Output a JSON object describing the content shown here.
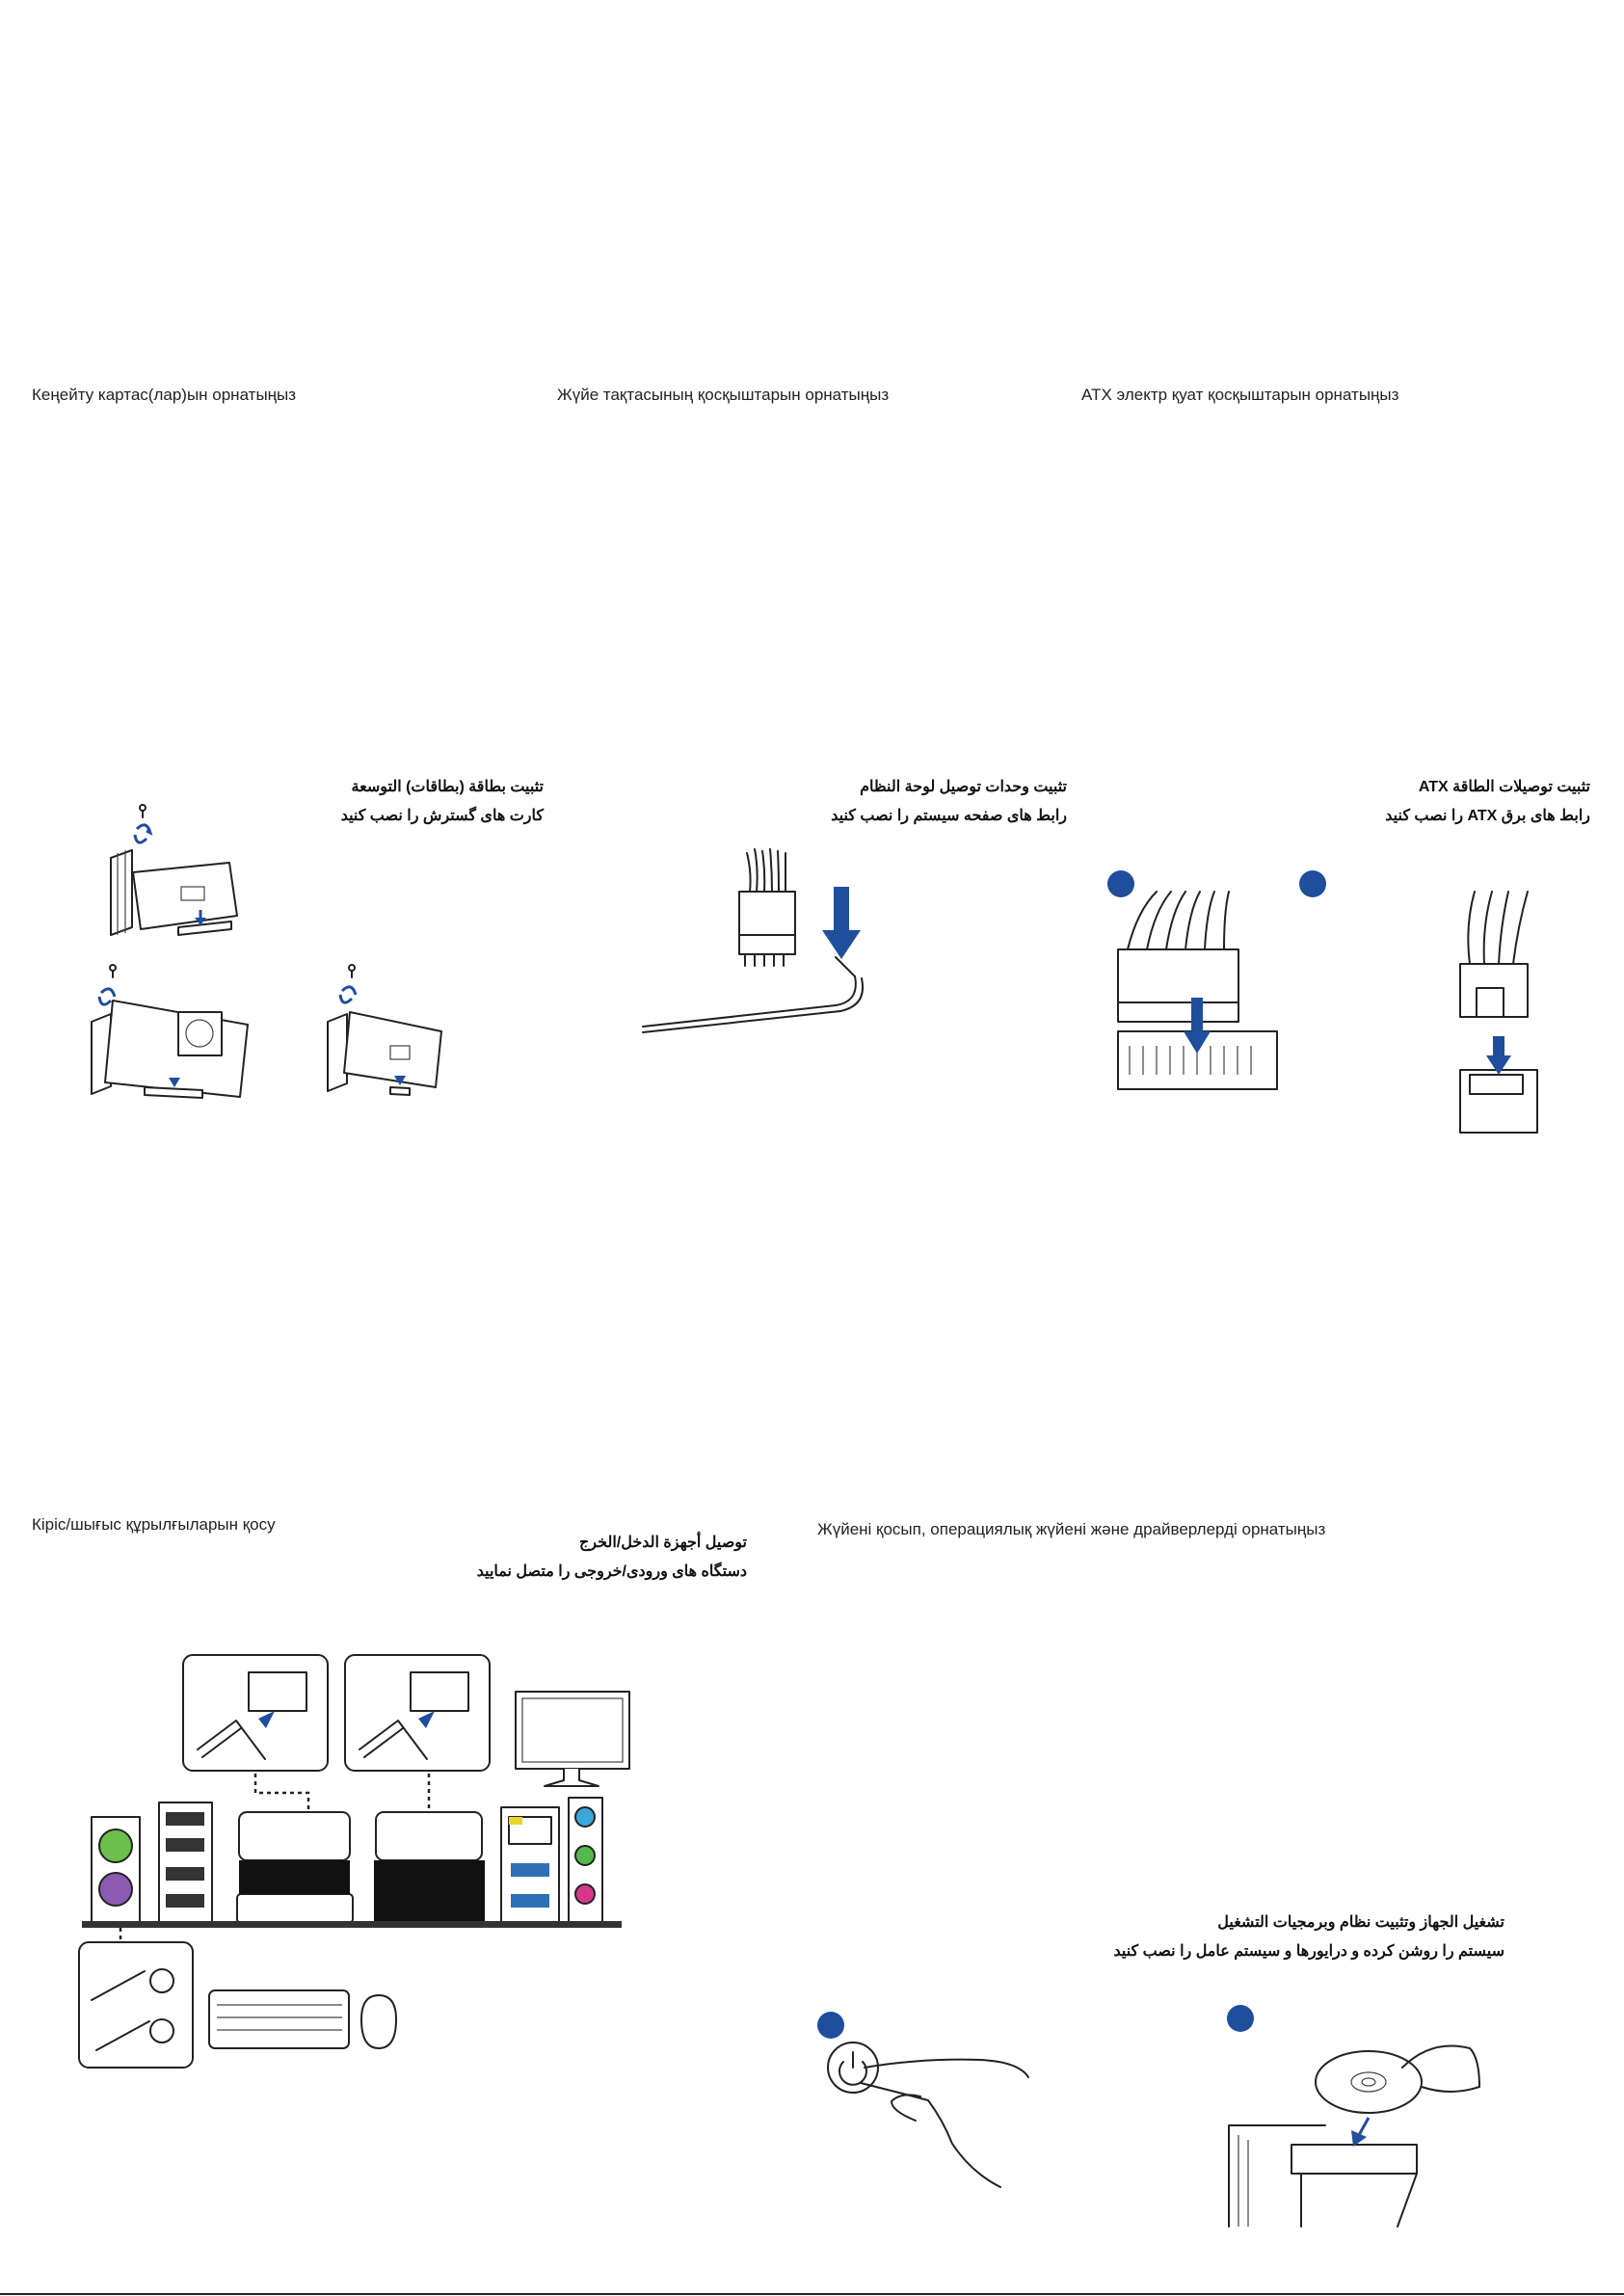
{
  "section_expansion": {
    "heading_kz": "Кеңейту картас(лар)ын орнатыңыз",
    "heading_ar": "تثبيت بطاقة (بطاقات) التوسعة",
    "heading_fa": "کارت های گسترش را نصب کنید"
  },
  "section_system_panel": {
    "heading_kz": "Жүйе тақтасының қосқыштарын орнатыңыз",
    "heading_ar": "تثبيت وحدات توصيل لوحة النظام",
    "heading_fa": "رابط های صفحه سیستم را نصب کنید"
  },
  "section_atx": {
    "heading_kz": "ATX электр қуат қосқыштарын орнатыңыз",
    "heading_ar": "تثبيت توصيلات الطاقة ATX",
    "heading_fa": "رابط های برق ATX را نصب کنید"
  },
  "section_io": {
    "heading_kz": "Кіріс/шығыс құрылғыларын қосу",
    "heading_ar": "توصيل أجهزة الدخل/الخرج",
    "heading_fa": "دستگاه های ورودی/خروجی را متصل نمایید"
  },
  "section_power_on": {
    "heading_kz": "Жүйені қосып, операциялық жүйені және драйверлерді орнатыңыз",
    "heading_ar": "تشغيل الجهاز وتثبيت نظام وبرمجيات التشغيل",
    "heading_fa": "سیستم را روشن کرده و درایورها و سیستم عامل را نصب کنید"
  },
  "colors": {
    "accent_blue": "#1f4e9c",
    "ps2_keyboard": "#6cbf4a",
    "ps2_mouse": "#8a5bb0",
    "audio_blue": "#3aa7d8",
    "audio_green": "#54b94a",
    "audio_pink": "#d6378a",
    "usb3_blue": "#2f6fb5"
  },
  "icons": [
    "screw-icon",
    "arrow-icon",
    "step-badge-icon",
    "power-button-icon",
    "disc-icon",
    "monitor-icon",
    "keyboard-icon",
    "mouse-icon"
  ]
}
